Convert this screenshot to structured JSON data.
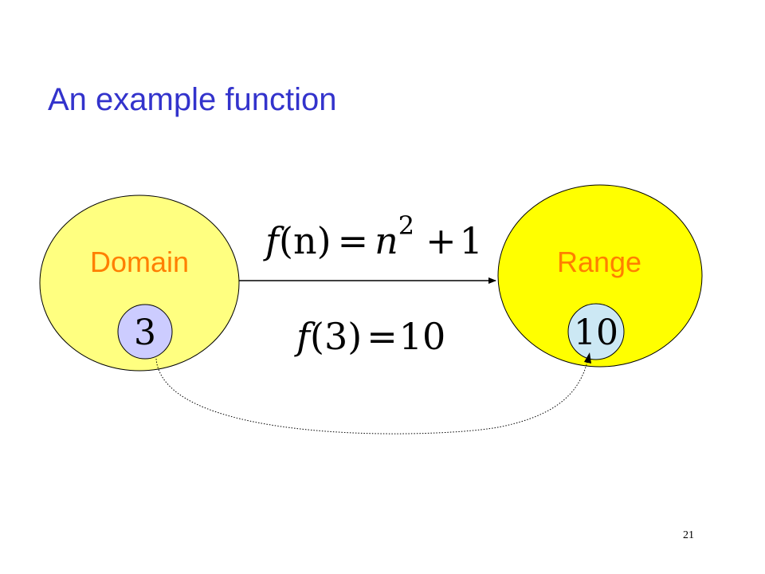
{
  "slide": {
    "title": "An example function",
    "page_number": "21"
  },
  "diagram": {
    "domain": {
      "label": "Domain",
      "element": "3",
      "fill_color": "#ffff80",
      "element_fill_color": "#ccccff"
    },
    "range": {
      "label": "Range",
      "element": "10",
      "fill_color": "#ffff00",
      "element_fill_color": "#cce8f4"
    },
    "general_formula": {
      "f": "f",
      "lhs_arg": "(n)",
      "equals": "=",
      "base": "n",
      "exponent": "2",
      "plus": "+",
      "constant": "1"
    },
    "example_formula": {
      "f": "f",
      "lhs_arg": "(3)",
      "equals": "=",
      "rhs": "10"
    },
    "colors": {
      "title": "#3333cc",
      "set_label": "#ff7f00"
    }
  }
}
